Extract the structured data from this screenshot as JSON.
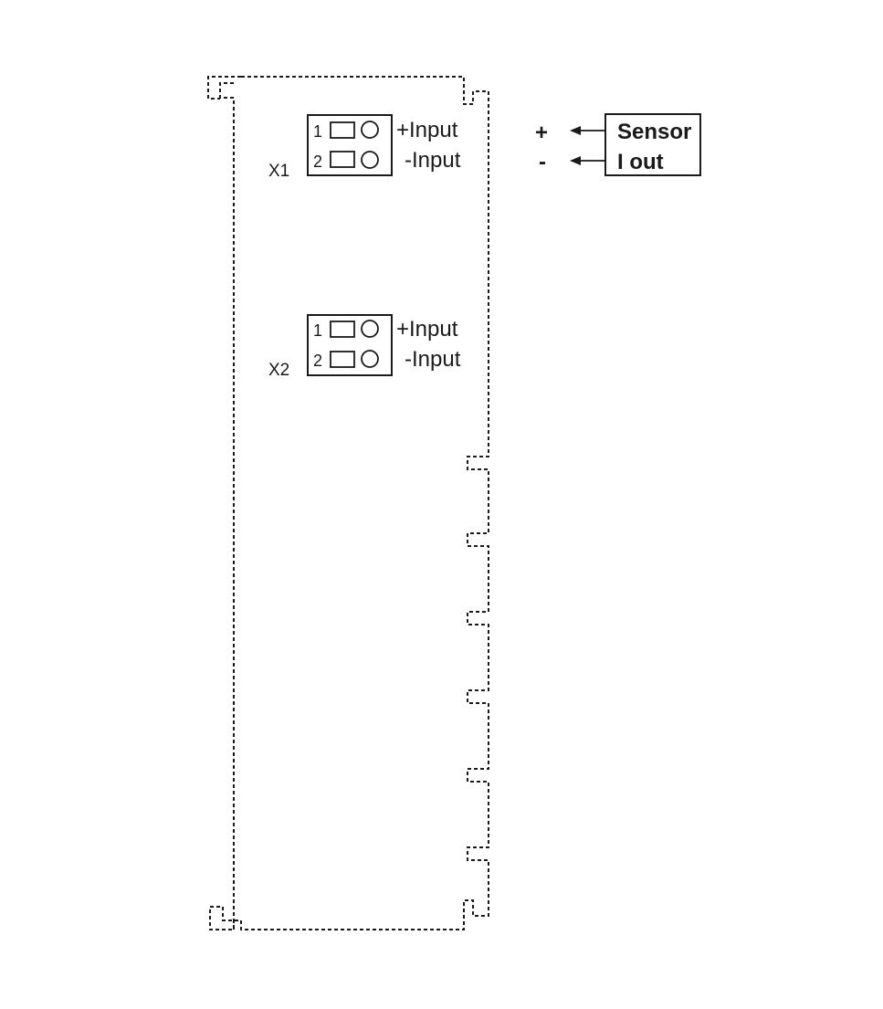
{
  "module": {
    "connectors": [
      {
        "id": "X1",
        "pins": [
          {
            "number": "1",
            "label": "+Input"
          },
          {
            "number": "2",
            "label": "-Input"
          }
        ]
      },
      {
        "id": "X2",
        "pins": [
          {
            "number": "1",
            "label": "+Input"
          },
          {
            "number": "2",
            "label": "-Input"
          }
        ]
      }
    ]
  },
  "sensor": {
    "line1": "Sensor",
    "line2": "I out",
    "plus": "+",
    "minus": "-"
  }
}
